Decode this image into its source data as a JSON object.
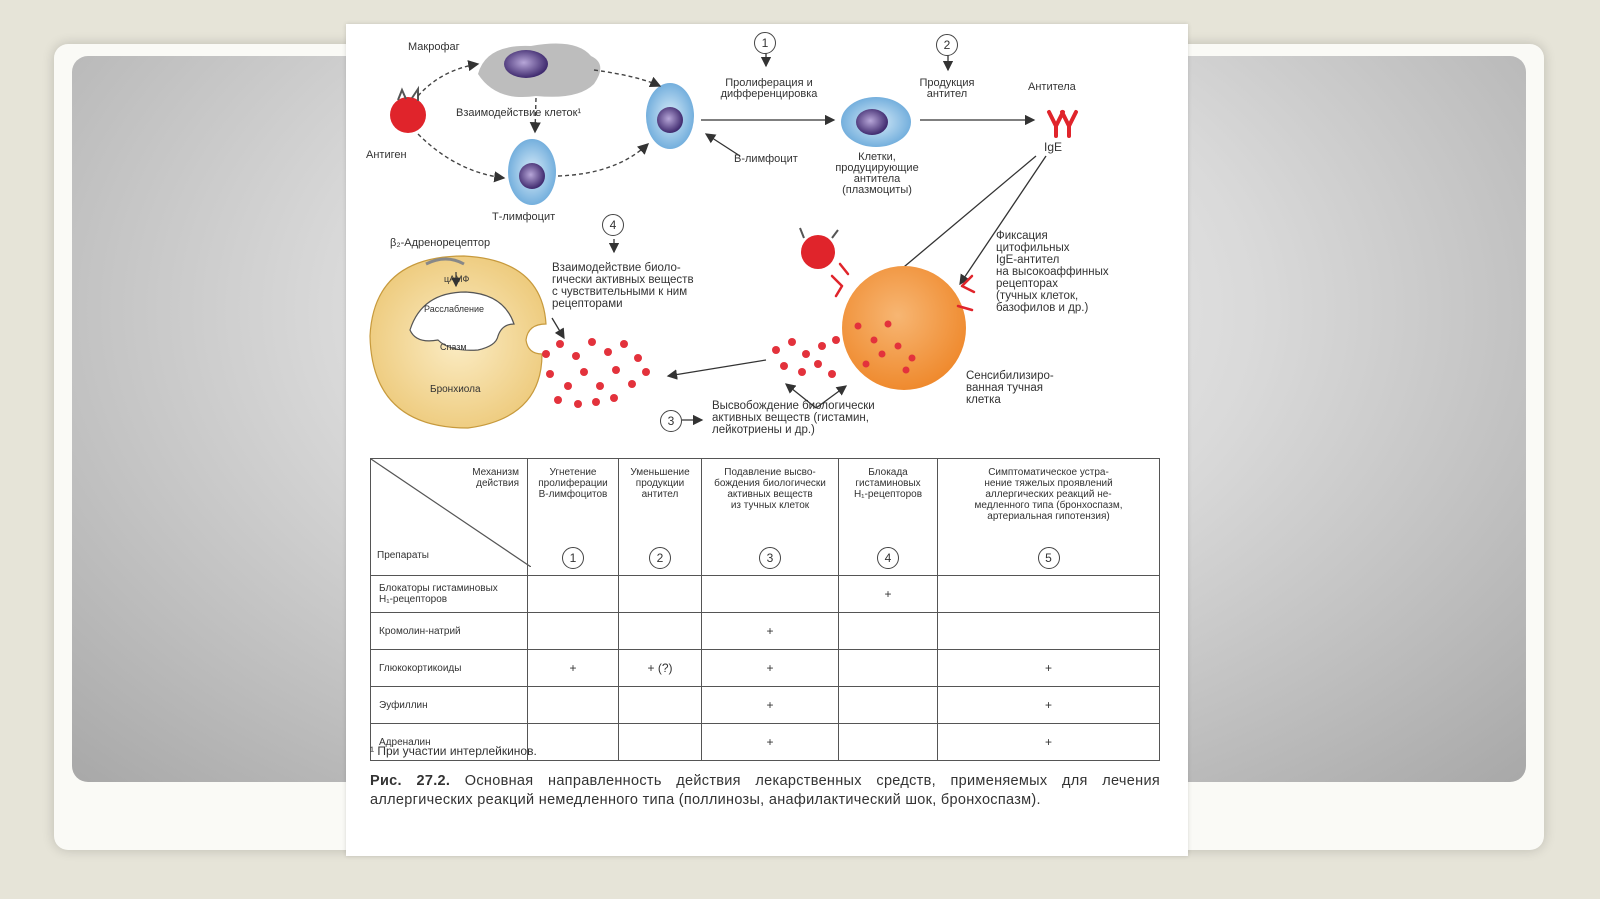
{
  "labels": {
    "macrophage": "Макрофаг",
    "antigen": "Антиген",
    "cell_interaction": "Взаимодействие клеток¹",
    "t_lymphocyte": "Т-лимфоцит",
    "b_lymphocyte": "В-лимфоцит",
    "proliferation": "Пролиферация и\nдифференцировка",
    "production": "Продукция\nантител",
    "antibodies": "Антитела",
    "ige": "IgE",
    "plasma_cells": "Клетки,\nпродуцирующие\nантитела\n(плазмоциты)",
    "b2_receptor": "β₂-Адренорецептор",
    "camp": "цАМФ",
    "relaxation": "Расслабление",
    "spasm": "Спазм",
    "bronchiole": "Бронхиола",
    "bio_interaction": "Взаимодействие биоло-\nгически активных веществ\nс чувствительными к ним\nрецепторами",
    "fixation": "Фиксация\nцитофильных\nIgE-антител\nна высокоаффинных\nрецепторах\n(тучных клеток,\nбазофилов и др.)",
    "mast_cell": "Сенсибилизиро-\nванная тучная\nклетка",
    "release": "Высвобождение  биологически\nактивных веществ (гистамин,\nлейкотриены и др.)"
  },
  "numbers": [
    "1",
    "2",
    "3",
    "4",
    "5"
  ],
  "table": {
    "corner_top": "Механизм\nдействия",
    "corner_bottom": "Препараты",
    "headers": [
      "Угнетение\nпролиферации\nВ-лимфоцитов",
      "Уменьшение\nпродукции\nантител",
      "Подавление высво-\nбождения биологически\nактивных веществ\nиз тучных клеток",
      "Блокада\nгистаминовых\nН₁-рецепторов",
      "Симптоматическое устра-\nнение тяжелых проявлений\nаллергических реакций не-\nмедленного типа (бронхоспазм,\nартериальная гипотензия)"
    ],
    "rows": [
      {
        "drug": "Блокаторы гистаминовых\nН₁-рецепторов",
        "cells": [
          "",
          "",
          "",
          "+",
          ""
        ]
      },
      {
        "drug": "Кромолин-натрий",
        "cells": [
          "",
          "",
          "+",
          "",
          ""
        ]
      },
      {
        "drug": "Глюкокортикоиды",
        "cells": [
          "+",
          "+ (?)",
          "+",
          "",
          "+"
        ]
      },
      {
        "drug": "Эуфиллин",
        "cells": [
          "",
          "",
          "+",
          "",
          "+"
        ]
      },
      {
        "drug": "Адреналин",
        "cells": [
          "",
          "",
          "+",
          "",
          "+"
        ]
      }
    ]
  },
  "footnote": "¹ При участии интерлейкинов.",
  "caption": {
    "prefix": "Рис. 27.2.",
    "text": " Основная направленность действия лекарственных средств, применяемых для лечения аллергических реакций немедленного типа (поллинозы, анафилактический шок, бронхоспазм)."
  },
  "colors": {
    "antigen": "#e0242b",
    "cell_blue": "#8cc0e6",
    "nucleus": "#5a3f8a",
    "mast_cell": "#f29a45",
    "bronchiole": "#f2d594",
    "granule": "#e3323c"
  }
}
